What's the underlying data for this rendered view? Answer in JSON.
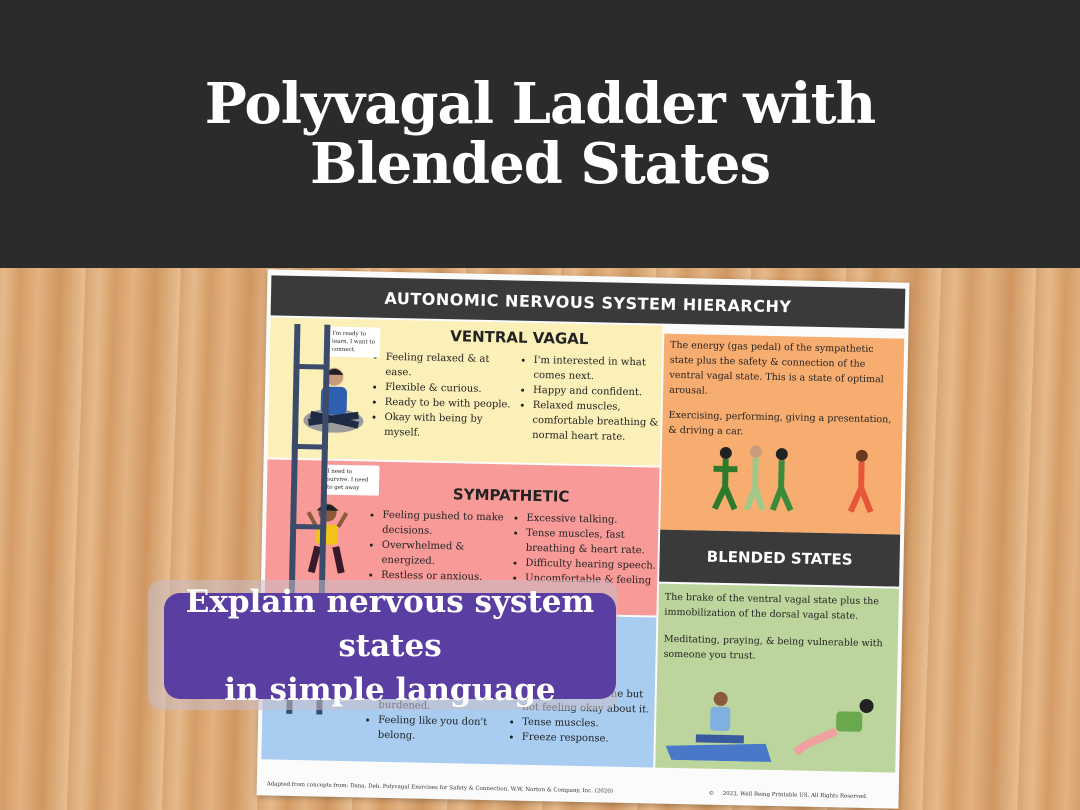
{
  "banner": {
    "title_line1": "Polyvagal Ladder with",
    "title_line2": "Blended States"
  },
  "sheet": {
    "header": "AUTONOMIC NERVOUS SYSTEM HIERARCHY",
    "ventral": {
      "title": "VENTRAL VAGAL",
      "bubble": "I'm ready to learn. I want to connect.",
      "left_items": [
        "Feeling relaxed & at ease.",
        "Flexible & curious.",
        "Ready to be with people.",
        "Okay with being by myself."
      ],
      "right_items": [
        "I'm interested in what comes next.",
        "Happy and confident.",
        "Relaxed muscles, comfortable breathing & normal heart rate."
      ]
    },
    "sympathetic": {
      "title": "SYMPATHETIC",
      "bubble": "I need to survive. I need to get away",
      "left_items": [
        "Feeling pushed to make decisions.",
        "Overwhelmed & energized.",
        "Restless or anxious."
      ],
      "right_items": [
        "Excessive talking.",
        "Tense muscles, fast breathing & heart rate.",
        "Difficulty hearing speech.",
        "Uncomfortable & feeling"
      ]
    },
    "dorsal": {
      "left_items": [
        "burdened.",
        "Feeling like you don't belong."
      ],
      "right_items": [
        "wanting to be alone but not feeling okay about it.",
        "Tense muscles.",
        "Freeze response."
      ]
    },
    "orange": {
      "p1": "The energy (gas pedal) of the sympathetic state plus the safety & connection of the ventral vagal state.  This is a state of optimal arousal.",
      "p2": "Exercising, performing,  giving a presentation, & driving a car."
    },
    "blended_title": "BLENDED STATES",
    "green": {
      "p1": "The brake of the ventral vagal state plus the immobilization of the dorsal vagal state.",
      "p2": "Meditating, praying, & being vulnerable with someone you trust."
    },
    "footer_left": "Adapted from concepts from:  Dana, Deb. Polyvagal Exercises for Safety & Connection. W.W. Norton & Company, Inc. (2020)",
    "footer_right": "2023, Well Being Printable US. All Rights Reserved.",
    "copyright_symbol": "©"
  },
  "callout": {
    "line1": "Explain nervous system states",
    "line2": "in simple language"
  },
  "colors": {
    "banner": "#2b2b2b",
    "pill": "#5a3ea1",
    "ventral": "#fbf0b8",
    "sympathetic": "#f79a98",
    "dorsal": "#a8cdf0",
    "orange": "#f8ad70",
    "green": "#bcd59c"
  }
}
